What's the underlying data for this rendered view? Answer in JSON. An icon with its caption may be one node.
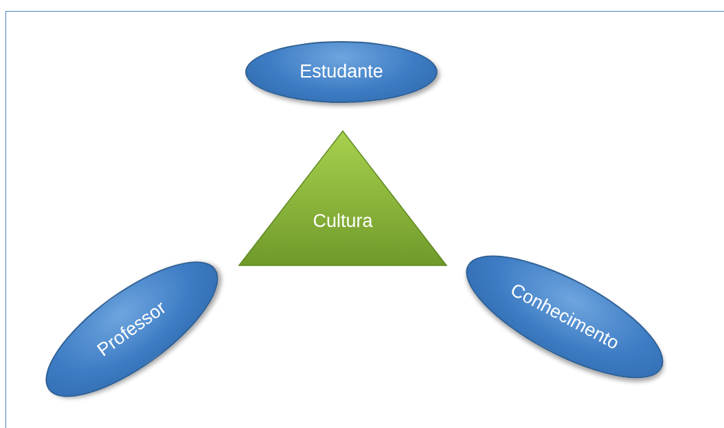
{
  "diagram": {
    "nodes": [
      {
        "text": [
          "Estudante"
        ]
      },
      {
        "text": [
          "Cultura"
        ]
      },
      {
        "text": [
          "Professor"
        ]
      },
      {
        "text": [
          "Conhecimento"
        ]
      }
    ]
  }
}
